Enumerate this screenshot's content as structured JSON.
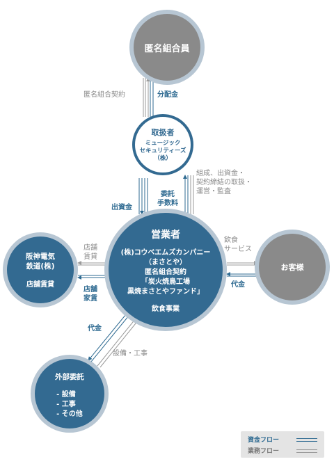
{
  "nodes": {
    "investors": {
      "label": "匿名組合員"
    },
    "handler": {
      "title": "取扱者",
      "company": "ミュージック\nセキュリティーズ\n（株）"
    },
    "operator": {
      "title": "営業者",
      "company": "(株)コウベエムズカンパニー\n（まさとや）",
      "contract": "匿名組合契約",
      "fund": "「炭火焼鳥工場\n黒焼まさとやファンド」",
      "business": "飲食事業"
    },
    "landlord": {
      "name": "阪神電気\n鉄道(株)",
      "role": "店舗賃貸"
    },
    "customers": {
      "label": "お客様"
    },
    "contractor": {
      "title": "外部委託",
      "items": "- 設備\n- 工事\n- その他"
    }
  },
  "flows": {
    "contract_left": "匿名組合契約",
    "dividend": "分配金",
    "investment": "出資金",
    "fee": "委託\n手数料",
    "handler_tasks": "組成、出資金・\n契約締結の取扱・\n運営・監査",
    "rent_service": "店舗\n賃貸",
    "rent_fee": "店舗\n家賃",
    "food_service": "飲食\nサービス",
    "payment_customer": "代金",
    "payment_contractor": "代金",
    "construction": "設備・工事"
  },
  "legend": {
    "money_flow": "資金フロー",
    "service_flow": "業務フロー"
  },
  "colors": {
    "money": "#2e6a91",
    "service": "#9a9a9a",
    "circle_gray": "#8a8a8a",
    "circle_blue": "#336a91",
    "ring": "#b7c6d3"
  }
}
